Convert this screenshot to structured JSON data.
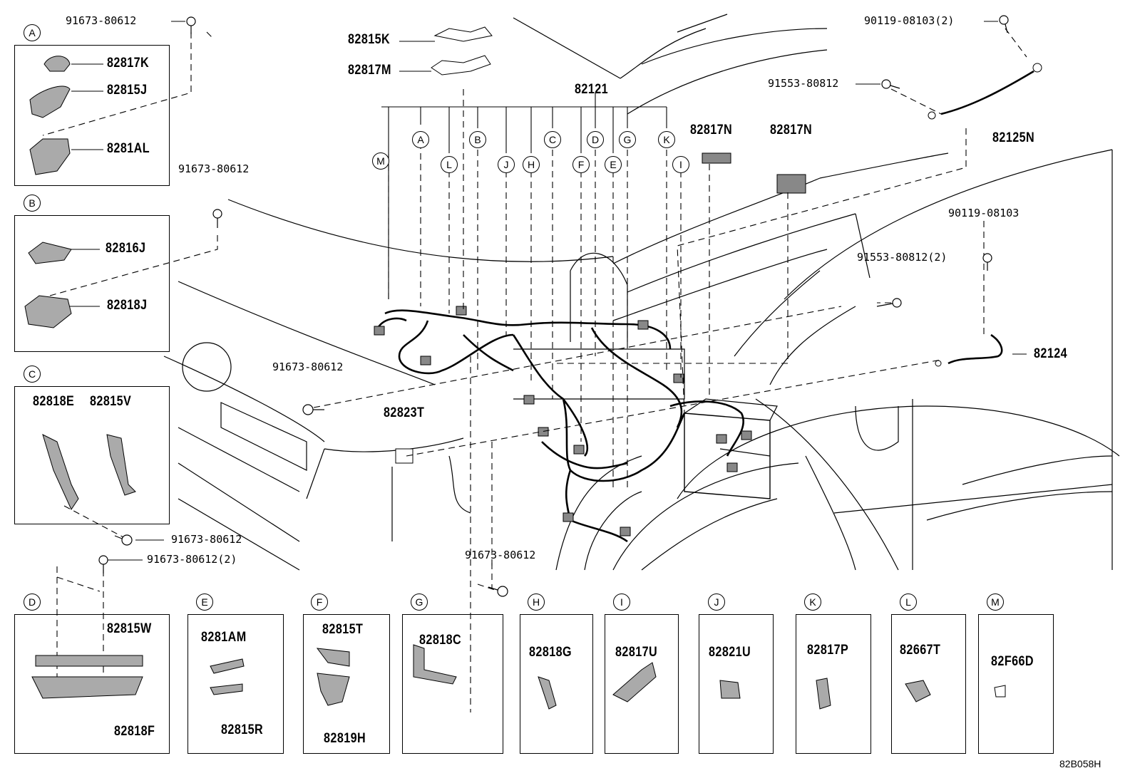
{
  "diagram_code": "82B058H",
  "labels": {
    "p82815K": "82815K",
    "p82817M": "82817M",
    "p82121": "82121",
    "p82817N_1": "82817N",
    "p82817N_2": "82817N",
    "p90119_08103_2": "90119-08103(2)",
    "p91553_80812": "91553-80812",
    "p82125N": "82125N",
    "p90119_08103": "90119-08103",
    "p91553_80812_2": "91553-80812(2)",
    "p82124": "82124",
    "p91673_80612_top": "91673-80612",
    "p91673_80612_left": "91673-80612",
    "p91673_80612_mid": "91673-80612",
    "p82823T": "82823T",
    "p91673_80612_c": "91673-80612",
    "p91673_80612_2": "91673-80612(2)",
    "p91673_80612_g": "91673-80612",
    "p82817K": "82817K",
    "p82815J": "82815J",
    "p8281AL": "8281AL",
    "p82816J": "82816J",
    "p82818J": "82818J",
    "p82818E": "82818E",
    "p82815V": "82815V",
    "p82815W": "82815W",
    "p82818F": "82818F",
    "p8281AM": "8281AM",
    "p82815R": "82815R",
    "p82815T": "82815T",
    "p82819H": "82819H",
    "p82818C": "82818C",
    "p82818G": "82818G",
    "p82817U": "82817U",
    "p82821U": "82821U",
    "p82817P": "82817P",
    "p82667T": "82667T",
    "p82F66D": "82F66D"
  },
  "callout_letters": [
    "A",
    "B",
    "C",
    "D",
    "E",
    "F",
    "G",
    "H",
    "I",
    "J",
    "K",
    "L",
    "M"
  ]
}
